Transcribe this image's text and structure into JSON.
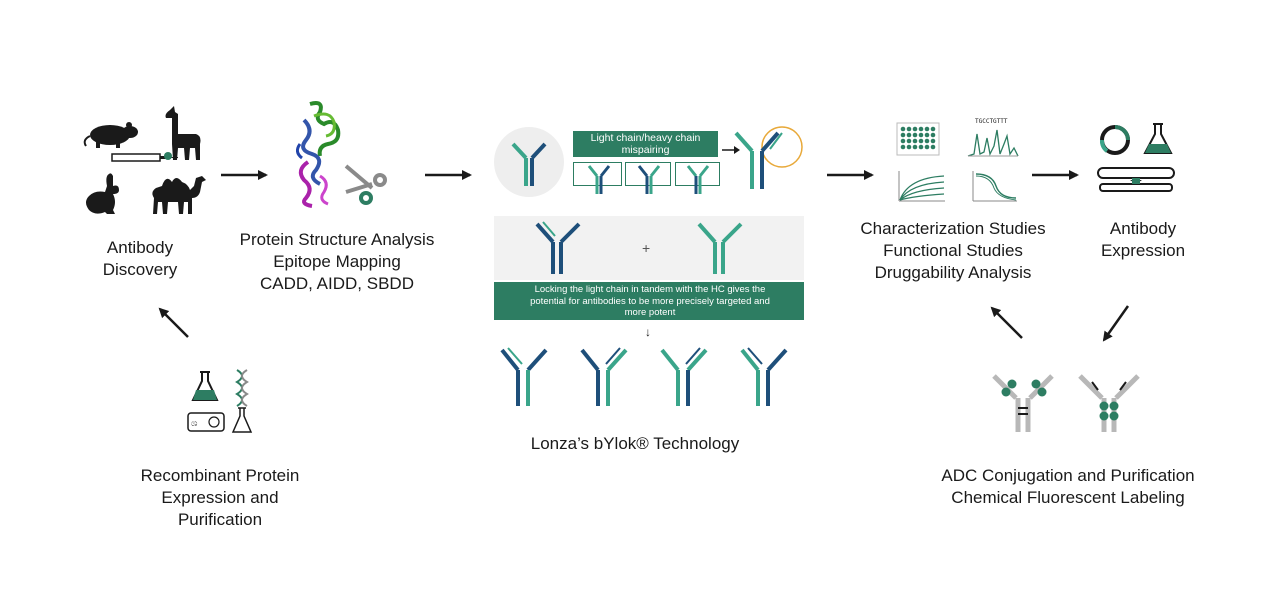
{
  "colors": {
    "green": "#2d7d62",
    "dark_navy": "#1e4f7a",
    "teal": "#3aa58a",
    "black": "#1a1a1a",
    "panel_bg": "#f2f2f2"
  },
  "stages": {
    "discovery": {
      "lines": [
        "Antibody",
        "Discovery"
      ]
    },
    "structure": {
      "lines": [
        "Protein Structure Analysis",
        "Epitope Mapping",
        "CADD, AIDD, SBDD"
      ]
    },
    "bylok": {
      "caption": "Lonza’s bYlok® Technology",
      "mispairing_label": "Light chain/heavy chain mispairing",
      "plus": "+",
      "locking_text": "Locking the light chain in tandem with the HC gives the potential for antibodies to be more precisely targeted and more potent",
      "down_arrow": "↓",
      "dna_seq": "TGCCTGTTT"
    },
    "characterization": {
      "lines": [
        "Characterization Studies",
        "Functional Studies",
        "Druggability Analysis"
      ]
    },
    "expression": {
      "lines": [
        "Antibody",
        "Expression"
      ]
    },
    "adc": {
      "lines": [
        "ADC Conjugation and Purification",
        "Chemical Fluorescent Labeling"
      ]
    },
    "recombinant": {
      "lines": [
        "Recombinant Protein",
        "Expression and",
        "Purification"
      ]
    }
  },
  "icons": [
    "mouse-icon",
    "llama-icon",
    "rabbit-icon",
    "camel-icon",
    "syringe-icon",
    "protein-structure-icon",
    "scissors-icon",
    "antibody-icon",
    "well-plate-icon",
    "chromatogram-icon",
    "binding-curve-icon",
    "dose-response-icon",
    "plasmid-icon",
    "flask-icon",
    "shaker-icon",
    "dna-helix-icon",
    "petri-dish-icon"
  ]
}
